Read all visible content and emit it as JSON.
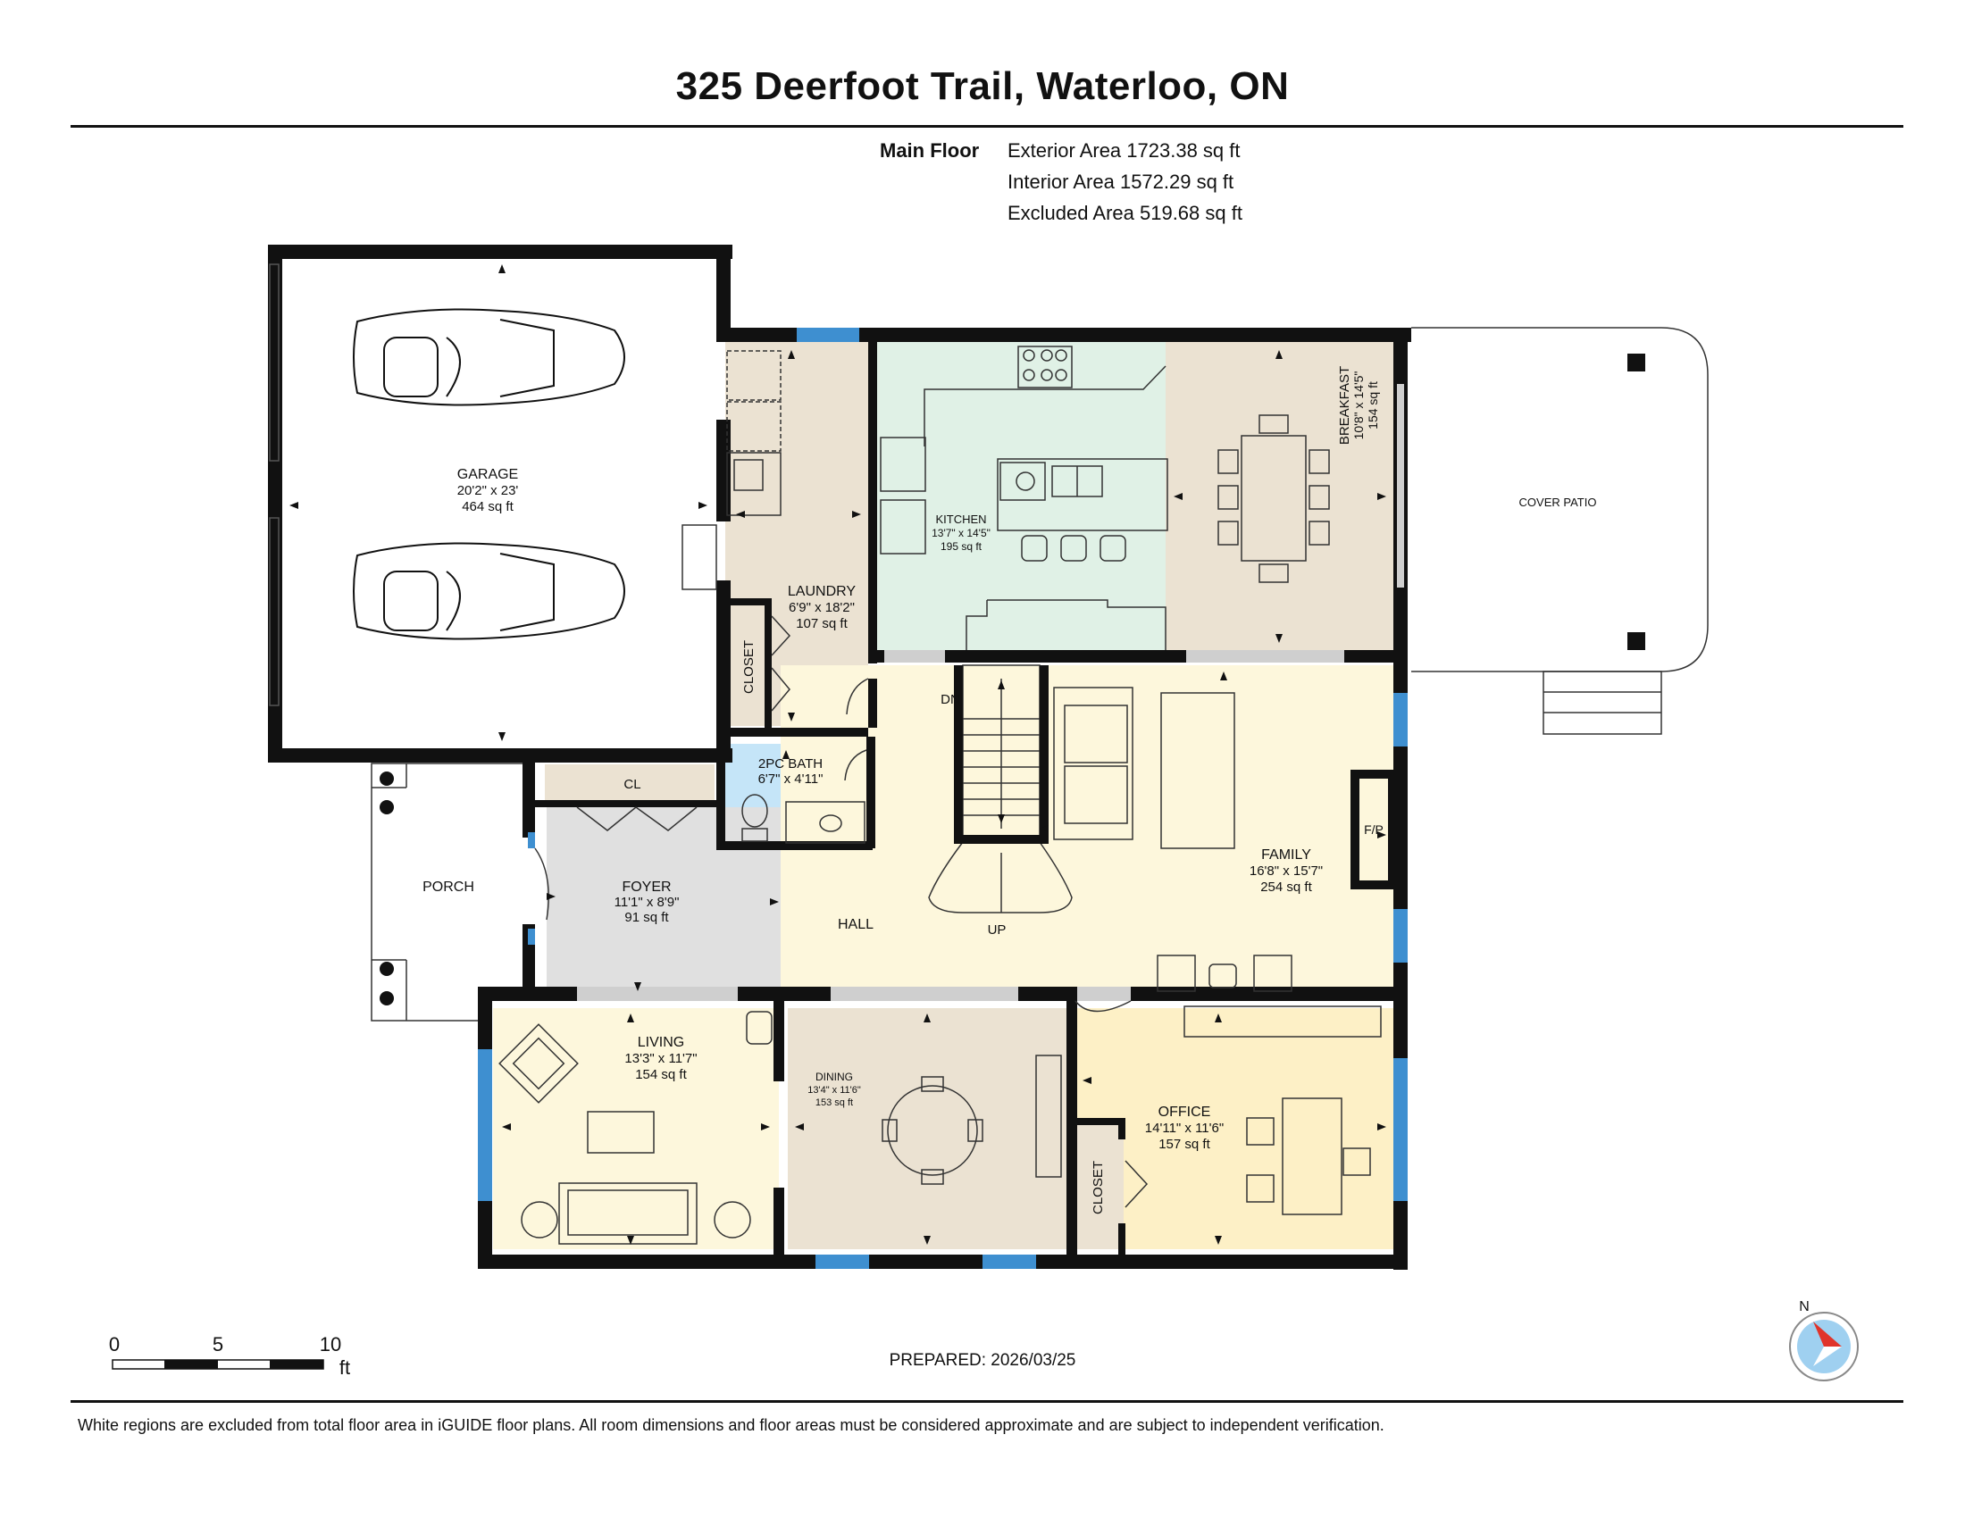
{
  "header": {
    "address": "325 Deerfoot Trail, Waterloo, ON",
    "floor": "Main Floor",
    "areas": [
      "Exterior Area 1723.38 sq ft",
      "Interior Area 1572.29 sq ft",
      "Excluded Area 519.68 sq ft"
    ]
  },
  "rooms": {
    "garage": {
      "name": "GARAGE",
      "dims": "20'2\" x 23'",
      "area": "464 sq ft",
      "fill": "#ffffff"
    },
    "laundry": {
      "name": "LAUNDRY",
      "dims": "6'9\" x 18'2\"",
      "area": "107 sq ft",
      "fill": "#ebe2d2"
    },
    "kitchen": {
      "name": "KITCHEN",
      "dims": "13'7\" x 14'5\"",
      "area": "195 sq ft",
      "fill": "#e0f1e6"
    },
    "breakfast": {
      "name": "BREAKFAST",
      "dims": "10'8\" x 14'5\"",
      "area": "154 sq ft",
      "fill": "#ebe2d2"
    },
    "cover_patio": {
      "name": "COVER PATIO"
    },
    "closet_laundry": {
      "name": "CLOSET"
    },
    "bath": {
      "name": "2PC BATH",
      "dims": "6'7\" x 4'11\"",
      "fill": "#c5e5f8"
    },
    "cl": {
      "name": "CL"
    },
    "porch": {
      "name": "PORCH"
    },
    "foyer": {
      "name": "FOYER",
      "dims": "11'1\" x 8'9\"",
      "area": "91 sq ft",
      "fill": "#e0e0e0"
    },
    "hall": {
      "name": "HALL",
      "fill": "#fdf7dc"
    },
    "stairs_dn": "DN",
    "stairs_up": "UP",
    "family": {
      "name": "FAMILY",
      "dims": "16'8\" x 15'7\"",
      "area": "254 sq ft",
      "fill": "#fdf7dc"
    },
    "fireplace": "F/P",
    "living": {
      "name": "LIVING",
      "dims": "13'3\" x 11'7\"",
      "area": "154 sq ft",
      "fill": "#fdf7dc"
    },
    "dining": {
      "name": "DINING",
      "dims": "13'4\" x 11'6\"",
      "area": "153 sq ft",
      "fill": "#ebe2d2"
    },
    "office": {
      "name": "OFFICE",
      "dims": "14'11\" x 11'6\"",
      "area": "157 sq ft",
      "fill": "#fdf0c6"
    },
    "closet_office": {
      "name": "CLOSET"
    }
  },
  "colors": {
    "wall": "#111111",
    "window": "#3e8fd0"
  },
  "scale": {
    "ticks": [
      "0",
      "5",
      "10"
    ],
    "unit": "ft"
  },
  "compass": {
    "label": "N"
  },
  "prepared": "PREPARED: 2026/03/25",
  "disclaimer": "White regions are excluded from total floor area in iGUIDE floor plans. All room dimensions and floor areas must be considered approximate and are subject to independent verification."
}
